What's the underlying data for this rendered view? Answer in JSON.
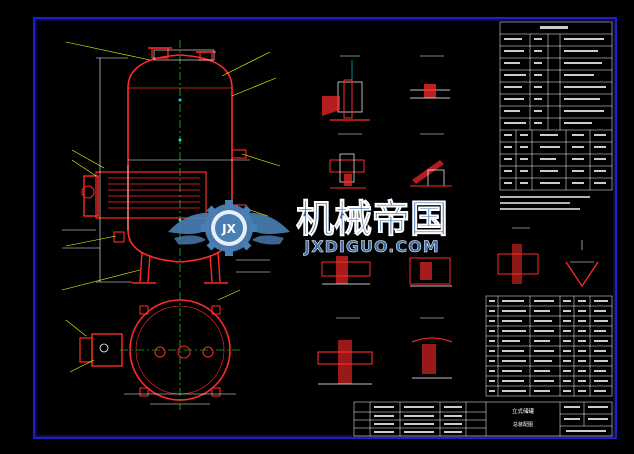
{
  "canvas": {
    "background": "#000000"
  },
  "colors": {
    "frame": "#2a2aff",
    "vessel": "#ff2a2a",
    "line": "#ffffff",
    "dim": "#00e5e5",
    "hatch": "#ff2a2a",
    "leader": "#ffff00",
    "accent_green": "#2aff2a",
    "table_text": "#ffffff"
  },
  "watermark": {
    "main_text": "机械帝国",
    "sub_text": "JXDIGUO.COM",
    "logo_letters": "JX",
    "main_color": "#3a6ea8",
    "logo_color": "#4a7fb5"
  },
  "title_block": {
    "line1": "立式储罐",
    "line2": "总装配图"
  }
}
